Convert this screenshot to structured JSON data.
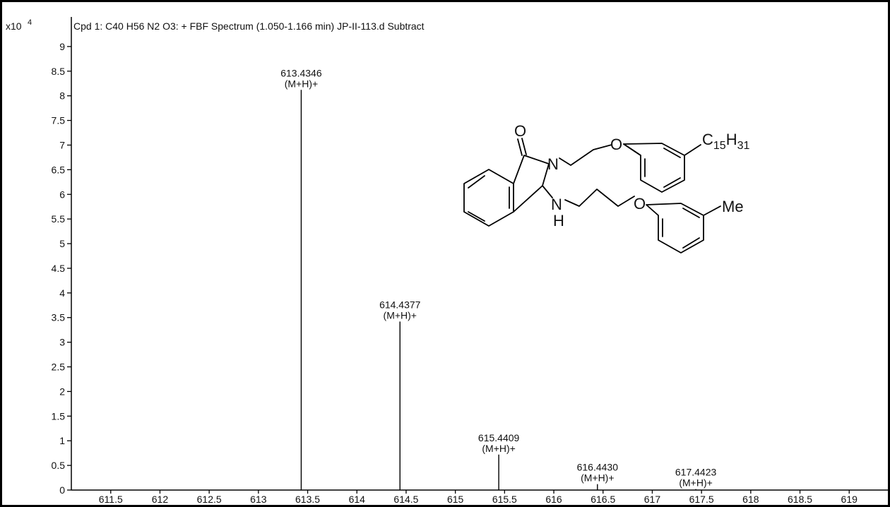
{
  "chart_data": {
    "type": "bar",
    "title": "Cpd 1: C40 H56 N2 O3: + FBF Spectrum (1.050-1.166 min) JP-II-113.d  Subtract",
    "y_multiplier": "x10",
    "y_exponent": "4",
    "xlabel": "",
    "ylabel": "",
    "xlim": [
      611.1,
      619.4
    ],
    "ylim": [
      0,
      9.6
    ],
    "x_ticks": [
      611.5,
      612,
      612.5,
      613,
      613.5,
      614,
      614.5,
      615,
      615.5,
      616,
      616.5,
      617,
      617.5,
      618,
      618.5,
      619
    ],
    "x_tick_labels": [
      "611.5",
      "612",
      "612.5",
      "613",
      "613.5",
      "614",
      "614.5",
      "615",
      "615.5",
      "616",
      "616.5",
      "617",
      "617.5",
      "618",
      "618.5",
      "619"
    ],
    "y_ticks": [
      0,
      0.5,
      1,
      1.5,
      2,
      2.5,
      3,
      3.5,
      4,
      4.5,
      5,
      5.5,
      6,
      6.5,
      7,
      7.5,
      8,
      8.5,
      9
    ],
    "y_tick_labels": [
      "0",
      "0.5",
      "1",
      "1.5",
      "2",
      "2.5",
      "3",
      "3.5",
      "4",
      "4.5",
      "5",
      "5.5",
      "6",
      "6.5",
      "7",
      "7.5",
      "8",
      "8.5",
      "9"
    ],
    "grid": false,
    "peaks": [
      {
        "x": 613.4346,
        "y": 8.12,
        "mz_label": "613.4346",
        "ion_label": "(M+H)+"
      },
      {
        "x": 614.4377,
        "y": 3.42,
        "mz_label": "614.4377",
        "ion_label": "(M+H)+"
      },
      {
        "x": 615.4409,
        "y": 0.72,
        "mz_label": "615.4409",
        "ion_label": "(M+H)+"
      },
      {
        "x": 616.443,
        "y": 0.12,
        "mz_label": "616.4430",
        "ion_label": "(M+H)+"
      },
      {
        "x": 617.4423,
        "y": 0.02,
        "mz_label": "617.4423",
        "ion_label": "(M+H)+"
      }
    ]
  },
  "structure": {
    "carbonyl_o": "O",
    "ring_n": "N",
    "amine_n": "N",
    "amine_h": "H",
    "ether_o1": "O",
    "ether_o2": "O",
    "alkyl_c": "C",
    "alkyl_c_sub": "15",
    "alkyl_h": "H",
    "alkyl_h_sub": "31",
    "methyl": "Me"
  }
}
